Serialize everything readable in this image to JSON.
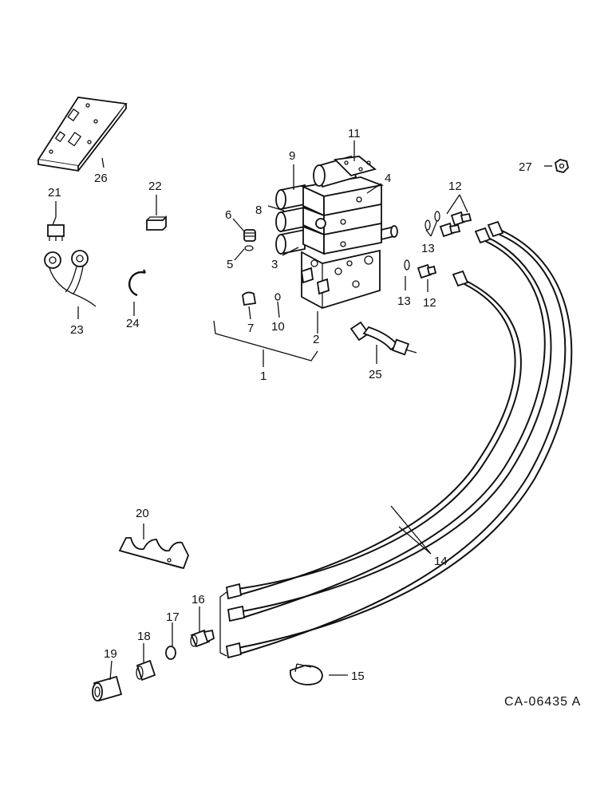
{
  "drawing_code": "CA-06435 A",
  "labels": {
    "p1": "1",
    "p2": "2",
    "p3": "3",
    "p4": "4",
    "p5": "5",
    "p6": "6",
    "p7": "7",
    "p8": "8",
    "p9": "9",
    "p10": "10",
    "p11": "11",
    "p12a": "12",
    "p12b": "12",
    "p13a": "13",
    "p13b": "13",
    "p14": "14",
    "p15": "15",
    "p16": "16",
    "p17": "17",
    "p18": "18",
    "p19": "19",
    "p20": "20",
    "p21": "21",
    "p22": "22",
    "p23": "23",
    "p24": "24",
    "p25": "25",
    "p26": "26",
    "p27": "27"
  }
}
